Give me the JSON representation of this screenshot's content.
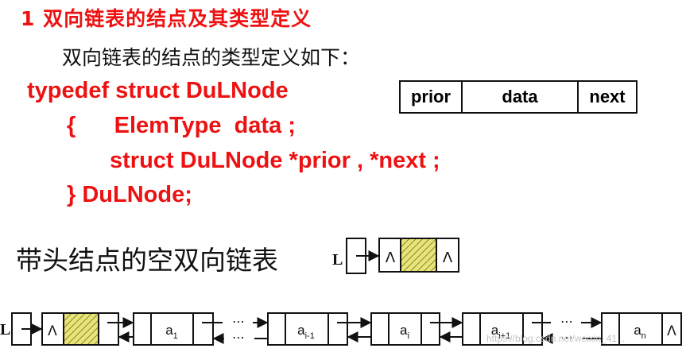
{
  "heading": "1  双向链表的结点及其类型定义",
  "intro": "双向链表的结点的类型定义如下：",
  "code": {
    "line1": "typedef struct DuLNode",
    "line2": "{      ElemType  data ;",
    "line3": "struct DuLNode *prior , *next ;",
    "line4": "} DuLNode;"
  },
  "node_fields": {
    "prior": "prior",
    "data": "data",
    "next": "next"
  },
  "empty_list": {
    "label": "带头结点的空双向链表",
    "head_pointer": "L",
    "null_symbol": "Λ"
  },
  "full_list": {
    "head_pointer": "L",
    "null_symbol": "Λ",
    "ellipsis": "⋯",
    "nodes": [
      {
        "base": "a",
        "sub": "1"
      },
      {
        "base": "a",
        "sub": "i-1"
      },
      {
        "base": "a",
        "sub": "i"
      },
      {
        "base": "a",
        "sub": "i+1"
      },
      {
        "base": "a",
        "sub": "n"
      }
    ]
  },
  "colors": {
    "keyword_red": "#ee1111",
    "hatch_fill": "#e8e47a",
    "hatch_line": "#8a8a2a"
  },
  "watermark": "https://blog.csdn.net/weixin_41..."
}
